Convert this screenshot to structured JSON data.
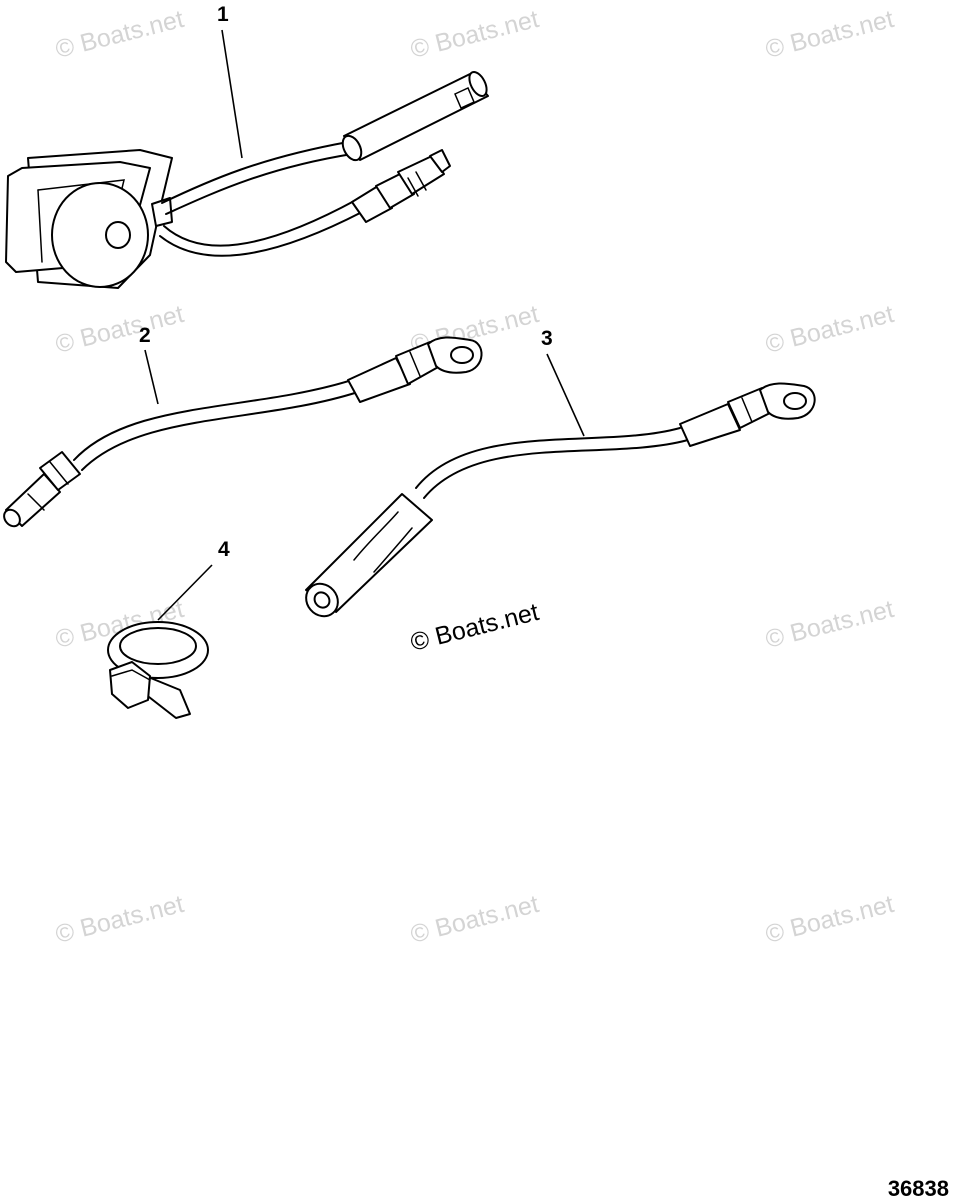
{
  "watermark": {
    "text": "© Boats.net",
    "color": "#d4d4d4"
  },
  "center_mark": {
    "text": "© Boats.net"
  },
  "callouts": [
    {
      "id": "1",
      "label": "1"
    },
    {
      "id": "2",
      "label": "2"
    },
    {
      "id": "3",
      "label": "3"
    },
    {
      "id": "4",
      "label": "4"
    }
  ],
  "figure_number": "36838"
}
